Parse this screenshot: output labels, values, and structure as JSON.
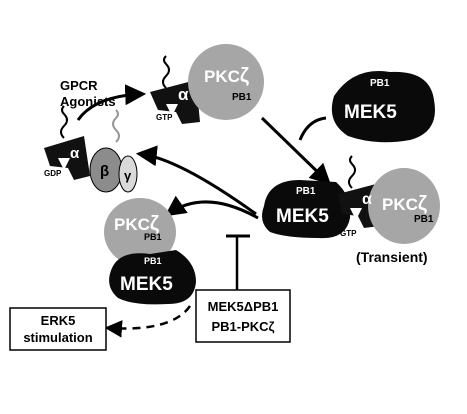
{
  "labels": {
    "gpcr_agonists_line1": "GPCR",
    "gpcr_agonists_line2": "Agonists",
    "transient": "(Transient)",
    "erk5_line1": "ERK5",
    "erk5_line2": "stimulation",
    "inhibitors_line1": "MEK5ΔPB1",
    "inhibitors_line2": "PB1-PKCζ"
  },
  "proteins": {
    "pkc_name": "PKC",
    "zeta": "ζ",
    "mek5": "MEK5",
    "pb1": "PB1",
    "gtp": "GTP",
    "gdp": "GDP",
    "alpha": "α",
    "beta": "β",
    "gamma": "γ"
  },
  "colors": {
    "pkc_fill": "#a6a6a6",
    "mek5_fill": "#0a0a0a",
    "beta_fill": "#8c8c8c",
    "gamma_fill": "#d9d9d9",
    "alpha_fill": "#111111",
    "line": "#000000"
  }
}
